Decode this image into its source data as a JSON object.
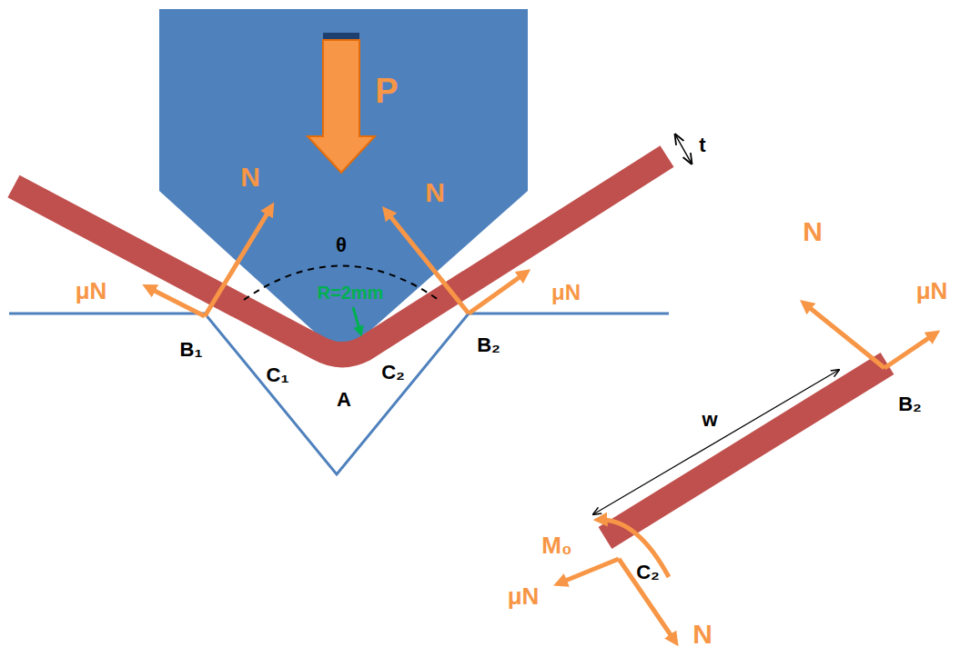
{
  "diagram": {
    "labels": [
      "P",
      "N",
      "N",
      "μN",
      "μN",
      "θ",
      "R=2mm",
      "B₁",
      "C₁",
      "A",
      "C₂",
      "B₂",
      "t",
      "N",
      "μN",
      "w",
      "B₂",
      "M₀",
      "μN",
      "N",
      "C₂"
    ]
  }
}
